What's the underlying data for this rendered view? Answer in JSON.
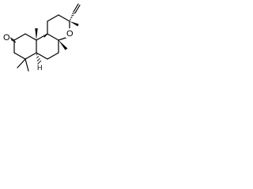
{
  "structure": {
    "atoms": {
      "ketone_oxygen": "O",
      "ring_oxygen": "O",
      "ring_fusion_hydrogen": "H"
    },
    "colors": {
      "line": "#000000",
      "background": "#ffffff"
    }
  }
}
